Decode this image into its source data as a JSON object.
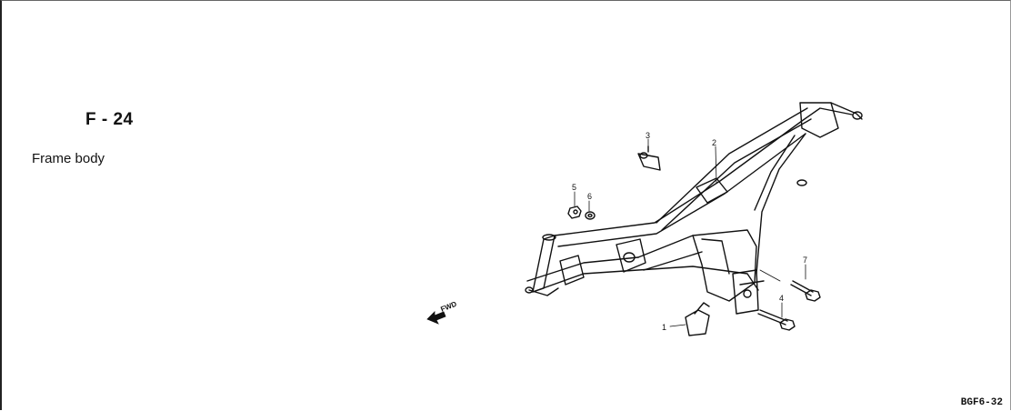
{
  "header": {
    "section_code": "F - 24",
    "section_title": "Frame body"
  },
  "diagram": {
    "direction_label": "FWD",
    "callouts": [
      "1",
      "2",
      "3",
      "4",
      "5",
      "6",
      "7"
    ]
  },
  "footer": {
    "drawing_code": "BGF6-32"
  }
}
